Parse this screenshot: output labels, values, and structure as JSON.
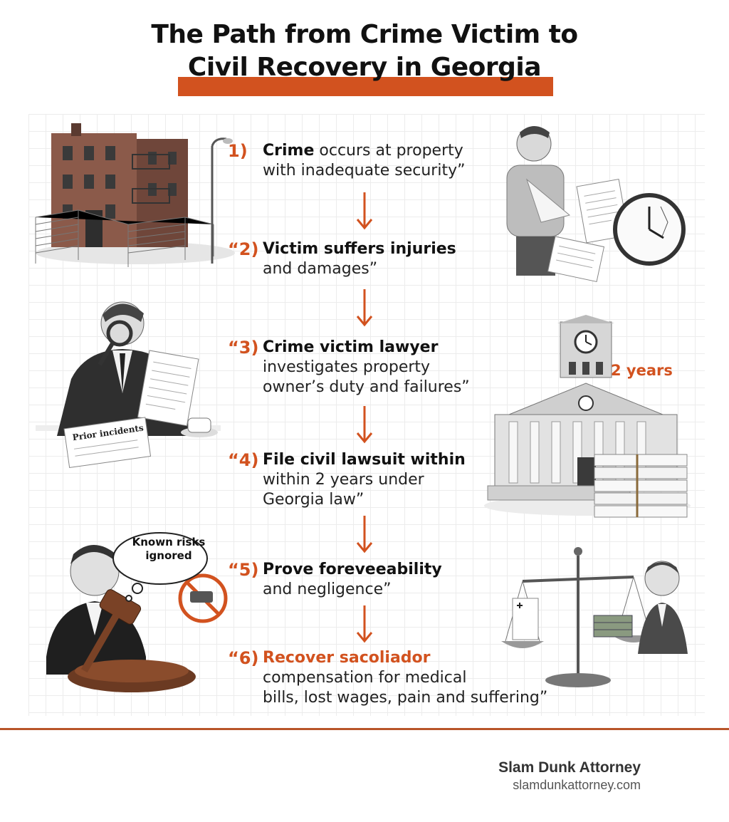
{
  "title": {
    "line1": "The Path from Crime Victim to",
    "line2": "Civil Recovery in Georgia"
  },
  "steps": [
    {
      "num": "1)",
      "bold": "Crime",
      "rest": " occurs at property",
      "line2": "with inadequate security”",
      "line3": ""
    },
    {
      "num": "“2)",
      "bold": "Victim suffers injuries",
      "rest": "",
      "line2": "and damages”",
      "line3": ""
    },
    {
      "num": "“3)",
      "bold": "Crime victim lawyer",
      "rest": "",
      "line2": "investigates property",
      "line3": "owner’s duty and failures”"
    },
    {
      "num": "“4)",
      "bold": "File civil lawsuit within",
      "rest": "",
      "line2": "within 2 years under",
      "line3": "Georgia law”"
    },
    {
      "num": "“5)",
      "bold": "Prove foreveeability",
      "rest": "",
      "line2": "and negligence”",
      "line3": ""
    },
    {
      "num": "“6)",
      "bold": "Recover sacoliador",
      "rest": "",
      "line2": "compensation for medical",
      "line3": "bills, lost wages, pain and suffering”"
    }
  ],
  "callouts": {
    "years": "2 years",
    "thought_bubble_line1": "Known risks",
    "thought_bubble_line2": "ignored"
  },
  "illustration_text": {
    "notepad": "Prior incidents"
  },
  "colors": {
    "accent": "#d2521f",
    "text": "#111111"
  },
  "brand": {
    "name": "Slam Dunk Attorney",
    "url": "slamdunkattorney.com"
  }
}
